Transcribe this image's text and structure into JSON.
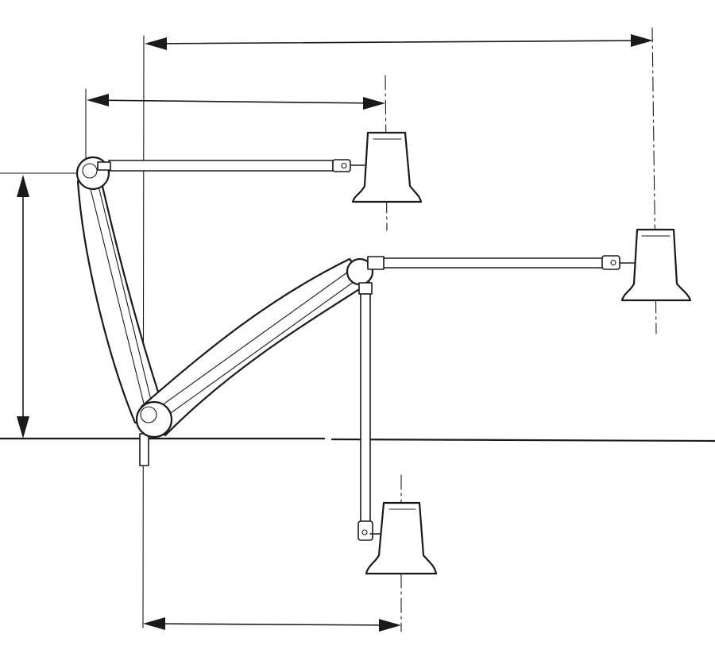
{
  "diagram": {
    "kind": "articulated-arm-lamp-reach-drawing",
    "components": [
      "wall-mount",
      "lower-arm",
      "upper-arm",
      "spring-arm",
      "lamp-head"
    ],
    "lamp_positions": [
      "upper-position",
      "extended-position",
      "lowered-position"
    ],
    "dimension_lines": [
      "overall-reach",
      "upper-reach",
      "mount-height",
      "lower-reach"
    ],
    "labels": []
  }
}
